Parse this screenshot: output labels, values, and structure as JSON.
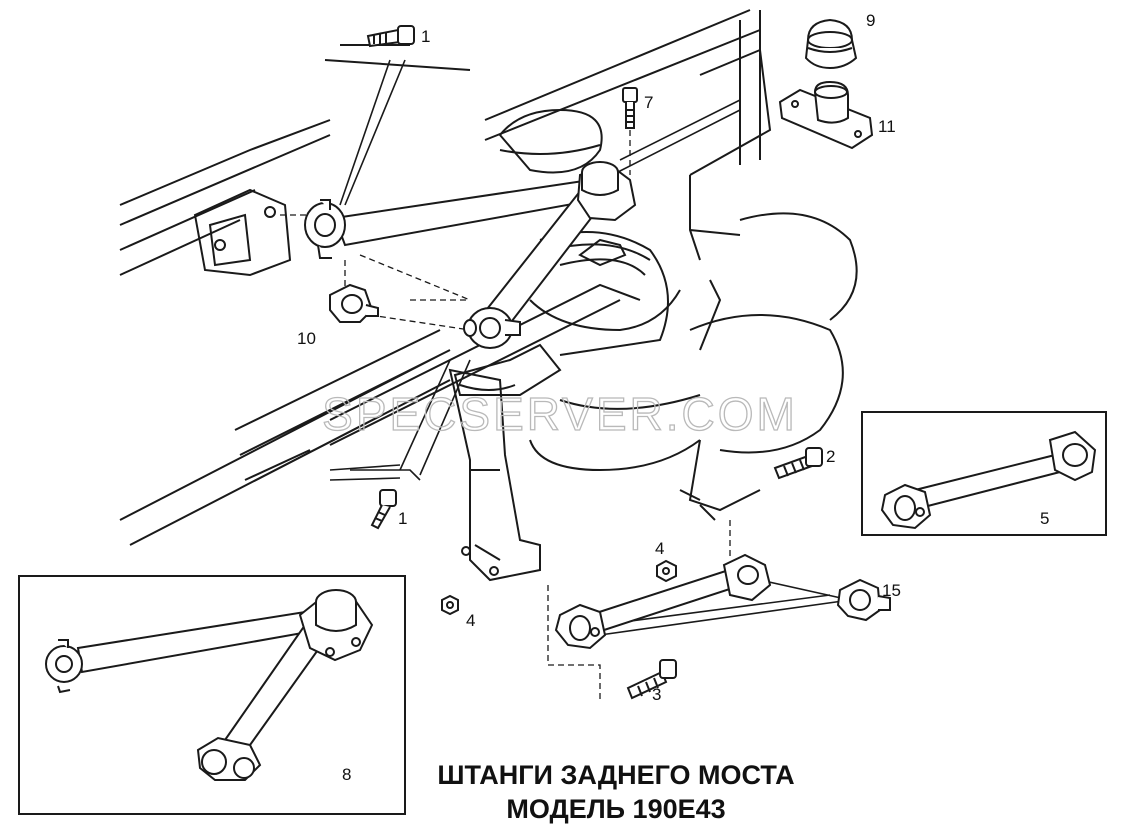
{
  "title": {
    "line1": "ШТАНГИ ЗАДНЕГО МОСТА",
    "line2": "МОДЕЛЬ 190Е43"
  },
  "watermark": "SPECSERVER.COM",
  "callouts": {
    "c1_top": "1",
    "c9": "9",
    "c7": "7",
    "c11": "11",
    "c10": "10",
    "c2": "2",
    "c5": "5",
    "c1_mid": "1",
    "c4_left": "4",
    "c4_right": "4",
    "c15": "15",
    "c3": "3",
    "c8": "8"
  },
  "colors": {
    "line": "#1a1a1a",
    "background": "#ffffff",
    "watermark": "#b9b9b9"
  }
}
